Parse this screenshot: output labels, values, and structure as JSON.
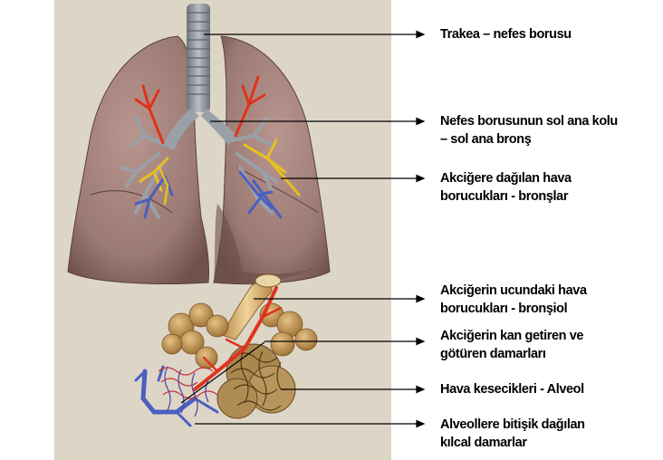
{
  "labels": {
    "trachea": "Trakea – nefes borusu",
    "left_bronchus_line1": "Nefes borusunun sol ana kolu",
    "left_bronchus_line2": "– sol ana bronş",
    "bronchi_line1": "Akciğere dağılan hava",
    "bronchi_line2": "borucukları - bronşlar",
    "bronchiole_line1": "Akciğerin ucundaki hava",
    "bronchiole_line2": "borucukları - bronşiol",
    "vessels_line1": "Akciğerin kan getiren ve",
    "vessels_line2": "götüren damarları",
    "alveoli": "Hava kesecikleri - Alveol",
    "capillaries_line1": "Alveollere bitişik dağılan",
    "capillaries_line2": "kılcal damarlar"
  },
  "colors": {
    "background_panel": "#ddd6c7",
    "lung_tissue": "#9c7a74",
    "lung_shadow": "#6a4d4a",
    "trachea": "#9aa0a8",
    "artery": "#e0321c",
    "vein": "#4a5fc0",
    "nerve_yellow": "#e8c020",
    "alveoli": "#c79a55"
  }
}
